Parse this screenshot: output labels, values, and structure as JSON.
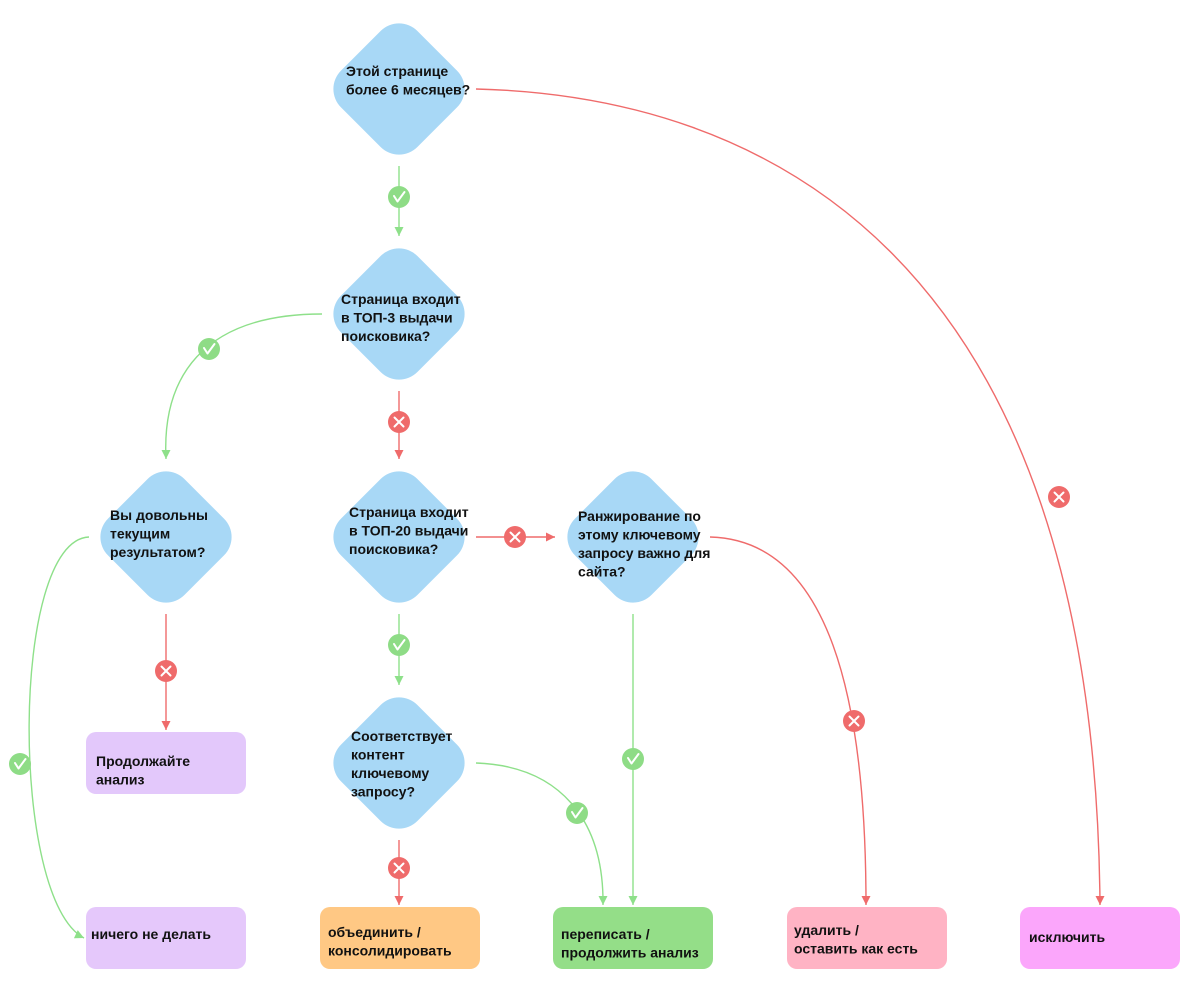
{
  "colors": {
    "diamond": "#a8d8f6",
    "yes_line": "#8ee08a",
    "no_line": "#ef6b6b",
    "yes_badge": "#8edc86",
    "no_badge": "#ef6b6b",
    "out_continue": "#e3c8fb",
    "out_nothing": "#e5c8fb",
    "out_merge": "#ffc884",
    "out_rewrite": "#94de88",
    "out_delete": "#ffb3c4",
    "out_exclude": "#fba6fb"
  },
  "badge_icons": {
    "yes": "check-icon",
    "no": "cross-icon"
  },
  "decisions": {
    "age": {
      "lines": [
        "Этой странице",
        "более 6 месяцев?"
      ]
    },
    "top3": {
      "lines": [
        "Страница входит",
        "в ТОП-3 выдачи",
        "поисковика?"
      ]
    },
    "satisfied": {
      "lines": [
        "Вы довольны",
        "текущим",
        "результатом?"
      ]
    },
    "top20": {
      "lines": [
        "Страница входит",
        "в ТОП-20 выдачи",
        "поисковика?"
      ]
    },
    "important": {
      "lines": [
        "Ранжирование по",
        "этому ключевому",
        "запросу важно для",
        "сайта?"
      ]
    },
    "relevant": {
      "lines": [
        "Соответствует",
        "контент",
        "ключевому",
        "запросу?"
      ]
    }
  },
  "outcomes": {
    "continue": {
      "lines": [
        "Продолжайте",
        "анализ"
      ]
    },
    "nothing": {
      "lines": [
        "ничего не делать"
      ]
    },
    "merge": {
      "lines": [
        "объединить /",
        "консолидировать"
      ]
    },
    "rewrite": {
      "lines": [
        "переписать /",
        "продолжить анализ"
      ]
    },
    "delete": {
      "lines": [
        "удалить /",
        "оставить как есть"
      ]
    },
    "exclude": {
      "lines": [
        "исключить"
      ]
    }
  },
  "edges": [
    {
      "from": "age",
      "to": "top3",
      "answer": "yes"
    },
    {
      "from": "age",
      "to": "exclude",
      "answer": "no"
    },
    {
      "from": "top3",
      "to": "satisfied",
      "answer": "yes"
    },
    {
      "from": "top3",
      "to": "top20",
      "answer": "no"
    },
    {
      "from": "satisfied",
      "to": "continue",
      "answer": "no"
    },
    {
      "from": "satisfied",
      "to": "nothing",
      "answer": "yes"
    },
    {
      "from": "top20",
      "to": "relevant",
      "answer": "yes"
    },
    {
      "from": "top20",
      "to": "important",
      "answer": "no"
    },
    {
      "from": "important",
      "to": "rewrite",
      "answer": "yes"
    },
    {
      "from": "important",
      "to": "delete",
      "answer": "no"
    },
    {
      "from": "relevant",
      "to": "rewrite",
      "answer": "yes"
    },
    {
      "from": "relevant",
      "to": "merge",
      "answer": "no"
    }
  ]
}
